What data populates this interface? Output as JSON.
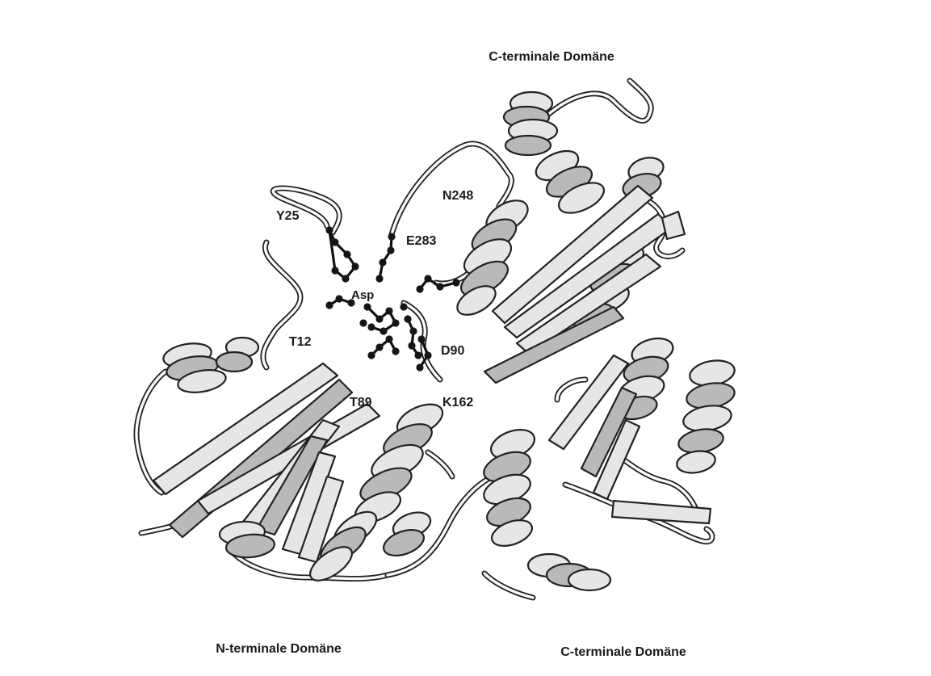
{
  "domain_labels": {
    "c_terminal_top": "C-terminale Domäne",
    "n_terminal": "N-terminale Domäne",
    "c_terminal_bottom": "C-terminale Domäne"
  },
  "residue_labels": {
    "y25": "Y25",
    "n248": "N248",
    "e283": "E283",
    "asp": "Asp",
    "t12": "T12",
    "d90": "D90",
    "t89": "T89",
    "k162": "K162"
  }
}
